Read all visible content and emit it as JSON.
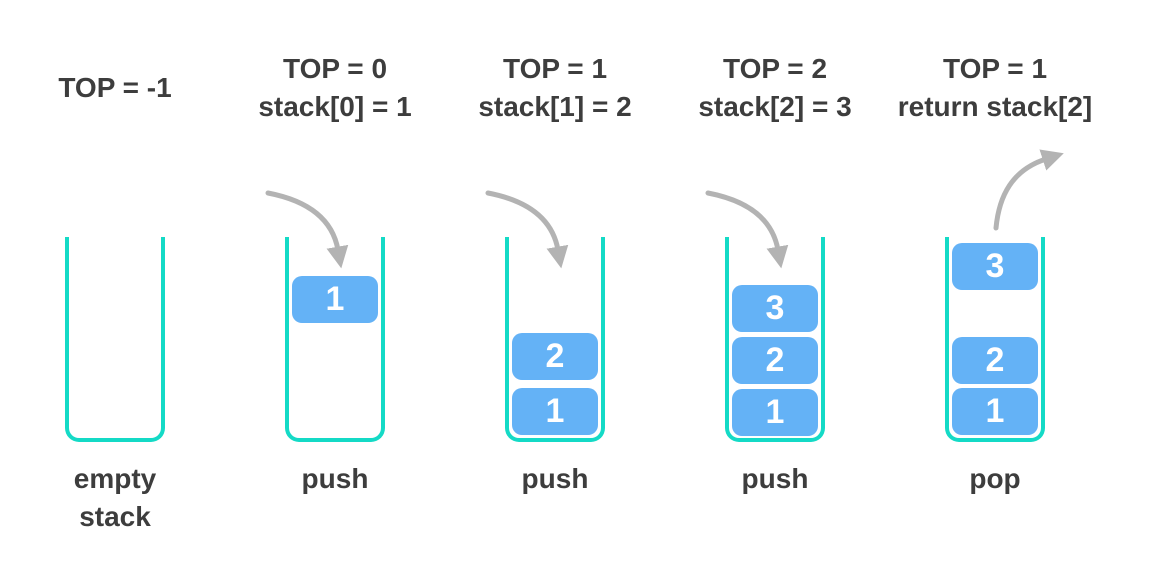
{
  "diagram": {
    "topic": "stack-push-pop-operations",
    "colors": {
      "container_teal": "#14dac6",
      "block_blue": "#64b2f6",
      "block_text_white": "#ffffff",
      "label_dark_gray": "#3d3d3d",
      "arrow_gray": "#b3b3b3",
      "background": "#ffffff"
    },
    "columns": [
      {
        "header_line1": "TOP = -1",
        "header_line2": "",
        "arrow": "none",
        "blocks": [],
        "label_line1": "empty",
        "label_line2": "stack"
      },
      {
        "header_line1": "TOP = 0",
        "header_line2": "stack[0] = 1",
        "arrow": "push",
        "blocks": [
          {
            "value": "1"
          }
        ],
        "label_line1": "push",
        "label_line2": ""
      },
      {
        "header_line1": "TOP = 1",
        "header_line2": "stack[1] = 2",
        "arrow": "push",
        "blocks": [
          {
            "value": "2"
          },
          {
            "value": "1"
          }
        ],
        "label_line1": "push",
        "label_line2": ""
      },
      {
        "header_line1": "TOP = 2",
        "header_line2": "stack[2] = 3",
        "arrow": "push",
        "blocks": [
          {
            "value": "3"
          },
          {
            "value": "2"
          },
          {
            "value": "1"
          }
        ],
        "label_line1": "push",
        "label_line2": ""
      },
      {
        "header_line1": "TOP = 1",
        "header_line2": "return stack[2]",
        "arrow": "pop",
        "blocks": [
          {
            "value": "3"
          },
          {
            "value": "2"
          },
          {
            "value": "1"
          }
        ],
        "label_line1": "pop",
        "label_line2": ""
      }
    ]
  }
}
